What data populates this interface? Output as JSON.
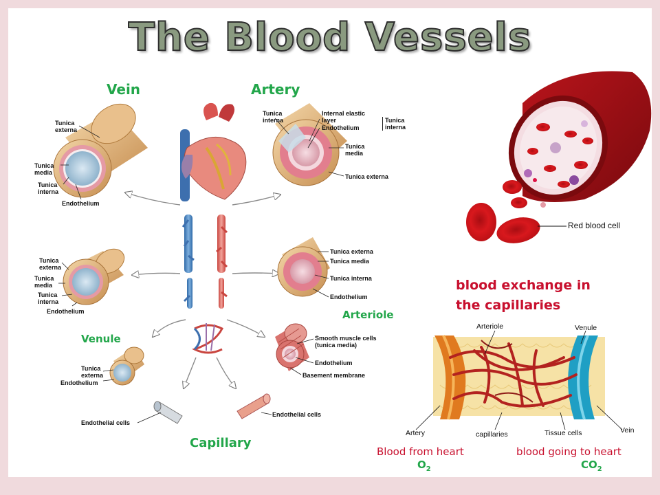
{
  "title": "The Blood Vessels",
  "headings": {
    "vein": "Vein",
    "artery": "Artery",
    "venule": "Venule",
    "arteriole": "Arteriole",
    "capillary": "Capillary"
  },
  "vein_labels": {
    "tunica_externa": "Tunica\nexterna",
    "tunica_media": "Tunica\nmedia",
    "tunica_interna": "Tunica\ninterna",
    "endothelium": "Endothelium"
  },
  "artery_labels": {
    "tunica_interna_left": "Tunica\ninterna",
    "internal_elastic": "Internal elastic\nlayer",
    "endothelium": "Endothelium",
    "tunica_interna_right": "Tunica\ninterna",
    "tunica_media": "Tunica\nmedia",
    "tunica_externa": "Tunica externa"
  },
  "small_vein_labels": {
    "tunica_externa": "Tunica\nexterna",
    "tunica_media": "Tunica\nmedia",
    "tunica_interna": "Tunica\ninterna",
    "endothelium": "Endothelium"
  },
  "small_artery_labels": {
    "tunica_externa": "Tunica externa",
    "tunica_media": "Tunica media",
    "tunica_interna": "Tunica interna",
    "endothelium": "Endothelium"
  },
  "venule_labels": {
    "tunica_externa": "Tunica\nexterna",
    "endothelium": "Endothelium"
  },
  "arteriole_labels": {
    "smooth_muscle": "Smooth muscle cells\n(tunica media)",
    "endothelium": "Endothelium",
    "basement": "Basement membrane"
  },
  "capillary_labels": {
    "left": "Endothelial cells",
    "right": "Endothelial cells"
  },
  "rbc_label": "Red blood cell",
  "exchange": {
    "heading_line1": "blood exchange in",
    "heading_line2": "the capillaries",
    "arteriole": "Arteriole",
    "venule": "Venule",
    "artery": "Artery",
    "capillaries": "capillaries",
    "tissue_cells": "Tissue cells",
    "vein": "Vein",
    "from_heart": "Blood from heart",
    "to_heart": "blood going to heart",
    "o2": "O",
    "o2_sub": "2",
    "co2": "CO",
    "co2_sub": "2"
  },
  "colors": {
    "background": "#f0dadd",
    "heading_green": "#22a64a",
    "heading_red": "#c8102e",
    "vein_blue": "#4a7fb8",
    "artery_red": "#d9534f"
  }
}
